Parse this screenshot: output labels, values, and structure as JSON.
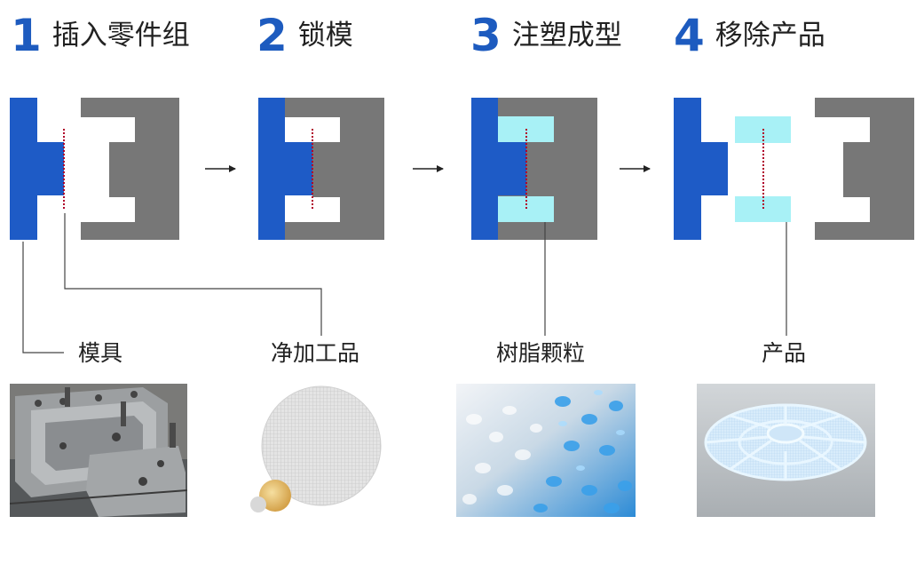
{
  "colors": {
    "accent": "#1d5bbf",
    "mold_fixed": "#1e5bc6",
    "mold_moving": "#777777",
    "resin": "#a8f1f6",
    "insert": "#b0002a",
    "line": "#444444"
  },
  "steps": [
    {
      "number": "1",
      "label": "插入零件组"
    },
    {
      "number": "2",
      "label": "锁模"
    },
    {
      "number": "3",
      "label": "注塑成型"
    },
    {
      "number": "4",
      "label": "移除产品"
    }
  ],
  "captions": {
    "mold": "模具",
    "filter": "净加工品",
    "resin": "树脂颗粒",
    "product": "产品"
  },
  "images": {
    "mold": "injection-mold-photo",
    "filter": "round-mesh-filter-photo",
    "resin": "resin-pellets-photo",
    "product": "molded-product-photo"
  }
}
